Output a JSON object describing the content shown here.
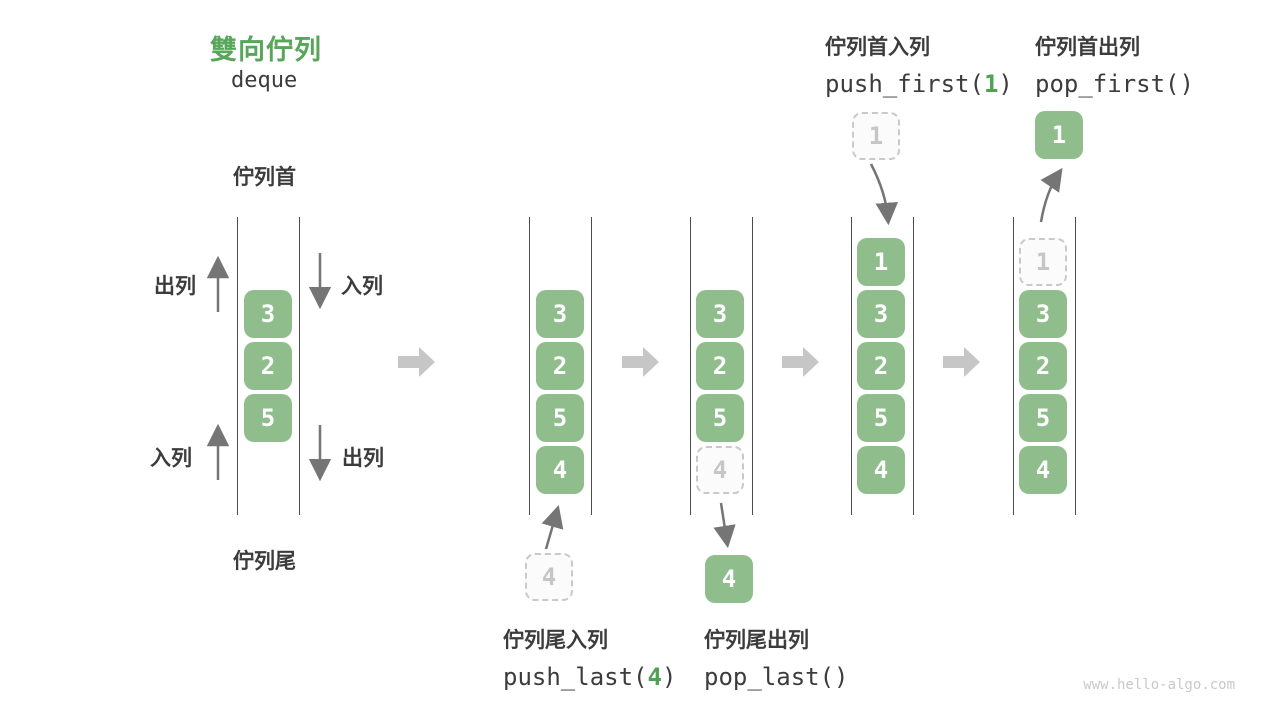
{
  "colors": {
    "cell_green": "#8FBE8C",
    "title_green": "#57A65A",
    "code_arg_green": "#4FA254",
    "text_dark": "#3C3C3C",
    "thin_arrow_gray": "#757575",
    "block_arrow_gray": "#C6C6C6",
    "ghost_border_gray": "#C9C9C9",
    "ghost_text_gray": "#C6C6C6",
    "rail_gray": "#4D4D4D",
    "watermark_gray": "#C9C9C9"
  },
  "title": {
    "heading": "雙向佇列",
    "subtitle": "deque"
  },
  "labels": {
    "queue_front": "佇列首",
    "queue_tail": "佇列尾",
    "dequeue_top_left": "出列",
    "enqueue_top_right": "入列",
    "enqueue_bottom_left": "入列",
    "dequeue_bottom_right": "出列"
  },
  "operations": {
    "push_first": {
      "label": "佇列首入列",
      "code_prefix": "push_first(",
      "code_arg": "1",
      "code_suffix": ")"
    },
    "pop_first": {
      "label": "佇列首出列",
      "code": "pop_first()"
    },
    "push_last": {
      "label": "佇列尾入列",
      "code_prefix": "push_last(",
      "code_arg": "4",
      "code_suffix": ")"
    },
    "pop_last": {
      "label": "佇列尾出列",
      "code": "pop_last()"
    }
  },
  "queues": [
    {
      "cells": [
        {
          "value": "3"
        },
        {
          "value": "2"
        },
        {
          "value": "5"
        }
      ]
    },
    {
      "cells": [
        {
          "value": "3"
        },
        {
          "value": "2"
        },
        {
          "value": "5"
        },
        {
          "value": "4"
        }
      ]
    },
    {
      "cells": [
        {
          "value": "3"
        },
        {
          "value": "2"
        },
        {
          "value": "5"
        },
        {
          "value": "4",
          "ghost": true
        }
      ]
    },
    {
      "cells": [
        {
          "value": "1"
        },
        {
          "value": "3"
        },
        {
          "value": "2"
        },
        {
          "value": "5"
        },
        {
          "value": "4"
        }
      ]
    },
    {
      "cells": [
        {
          "value": "1",
          "ghost": true
        },
        {
          "value": "3"
        },
        {
          "value": "2"
        },
        {
          "value": "5"
        },
        {
          "value": "4"
        }
      ]
    }
  ],
  "floating_cells": {
    "push_first_incoming": "1",
    "pop_first_outgoing": "1",
    "push_last_incoming": "4",
    "pop_last_outgoing": "4"
  },
  "watermark": "www.hello-algo.com"
}
